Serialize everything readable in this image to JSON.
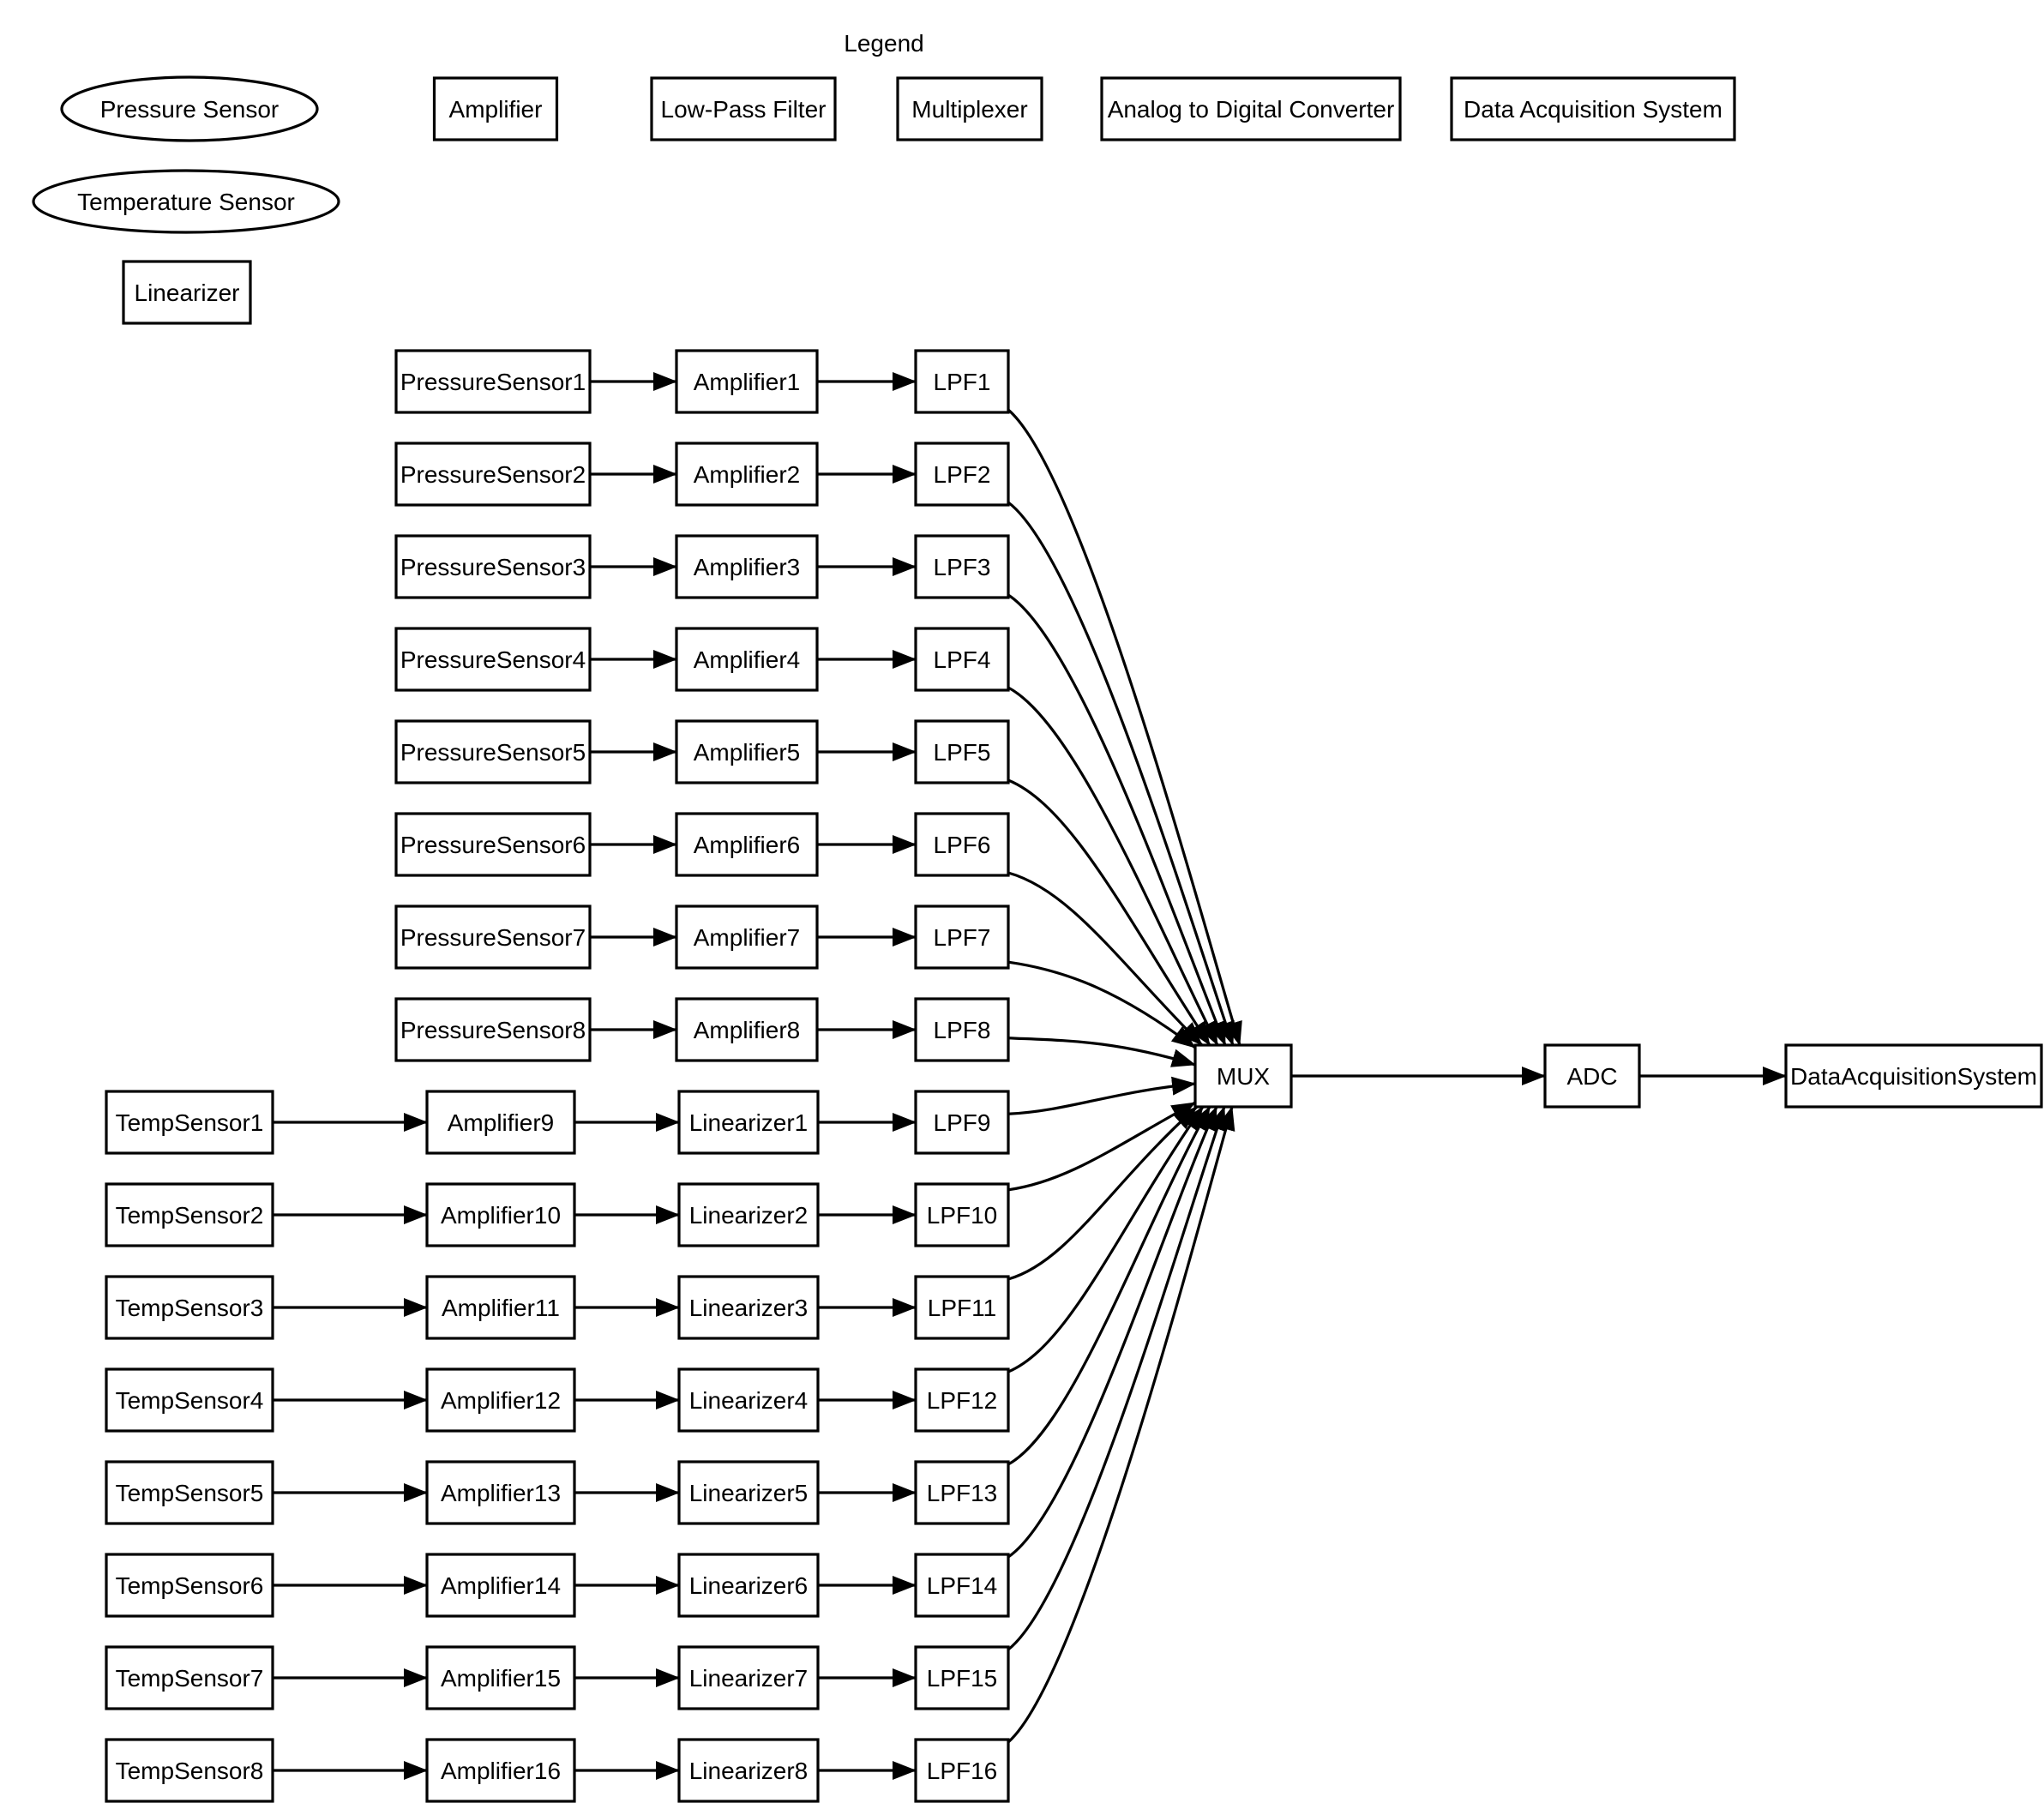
{
  "legend": {
    "title": "Legend",
    "items": [
      {
        "label": "Pressure Sensor",
        "shape": "ellipse"
      },
      {
        "label": "Temperature Sensor",
        "shape": "ellipse"
      },
      {
        "label": "Linearizer",
        "shape": "rect"
      },
      {
        "label": "Amplifier",
        "shape": "rect"
      },
      {
        "label": "Low-Pass Filter",
        "shape": "rect"
      },
      {
        "label": "Multiplexer",
        "shape": "rect"
      },
      {
        "label": "Analog to Digital Converter",
        "shape": "rect"
      },
      {
        "label": "Data Acquisition System",
        "shape": "rect"
      }
    ]
  },
  "pressure_chains": [
    {
      "sensor": "PressureSensor1",
      "amplifier": "Amplifier1",
      "filter": "LPF1"
    },
    {
      "sensor": "PressureSensor2",
      "amplifier": "Amplifier2",
      "filter": "LPF2"
    },
    {
      "sensor": "PressureSensor3",
      "amplifier": "Amplifier3",
      "filter": "LPF3"
    },
    {
      "sensor": "PressureSensor4",
      "amplifier": "Amplifier4",
      "filter": "LPF4"
    },
    {
      "sensor": "PressureSensor5",
      "amplifier": "Amplifier5",
      "filter": "LPF5"
    },
    {
      "sensor": "PressureSensor6",
      "amplifier": "Amplifier6",
      "filter": "LPF6"
    },
    {
      "sensor": "PressureSensor7",
      "amplifier": "Amplifier7",
      "filter": "LPF7"
    },
    {
      "sensor": "PressureSensor8",
      "amplifier": "Amplifier8",
      "filter": "LPF8"
    }
  ],
  "temperature_chains": [
    {
      "sensor": "TempSensor1",
      "amplifier": "Amplifier9",
      "linearizer": "Linearizer1",
      "filter": "LPF9"
    },
    {
      "sensor": "TempSensor2",
      "amplifier": "Amplifier10",
      "linearizer": "Linearizer2",
      "filter": "LPF10"
    },
    {
      "sensor": "TempSensor3",
      "amplifier": "Amplifier11",
      "linearizer": "Linearizer3",
      "filter": "LPF11"
    },
    {
      "sensor": "TempSensor4",
      "amplifier": "Amplifier12",
      "linearizer": "Linearizer4",
      "filter": "LPF12"
    },
    {
      "sensor": "TempSensor5",
      "amplifier": "Amplifier13",
      "linearizer": "Linearizer5",
      "filter": "LPF13"
    },
    {
      "sensor": "TempSensor6",
      "amplifier": "Amplifier14",
      "linearizer": "Linearizer6",
      "filter": "LPF14"
    },
    {
      "sensor": "TempSensor7",
      "amplifier": "Amplifier15",
      "linearizer": "Linearizer7",
      "filter": "LPF15"
    },
    {
      "sensor": "TempSensor8",
      "amplifier": "Amplifier16",
      "linearizer": "Linearizer8",
      "filter": "LPF16"
    }
  ],
  "backend": {
    "mux": "MUX",
    "adc": "ADC",
    "daq": "DataAcquisitionSystem"
  },
  "colors": {
    "stroke": "#000000",
    "fill": "#ffffff",
    "text": "#000000",
    "background": "#ffffff"
  }
}
